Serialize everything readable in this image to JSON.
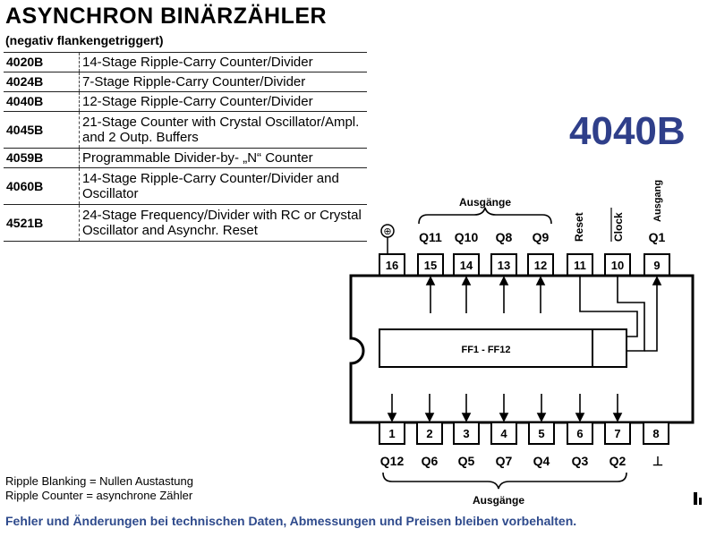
{
  "title": "ASYNCHRON BINÄRZÄHLER",
  "subtitle": "(negativ flankengetriggert)",
  "chips": [
    {
      "code": "4020B",
      "desc": "14-Stage Ripple-Carry Counter/Divider"
    },
    {
      "code": "4024B",
      "desc": "7-Stage Ripple-Carry Counter/Divider"
    },
    {
      "code": "4040B",
      "desc": "12-Stage Ripple-Carry Counter/Divider"
    },
    {
      "code": "4045B",
      "desc": "21-Stage Counter with Crystal Oscillator/Ampl. and 2 Outp. Buffers"
    },
    {
      "code": "4059B",
      "desc": "Programmable Divider-by- „N“ Counter"
    },
    {
      "code": "4060B",
      "desc": "14-Stage Ripple-Carry Counter/Divider and Oscillator"
    },
    {
      "code": "4521B",
      "desc": "24-Stage Frequency/Divider with RC or Crystal Oscillator and Asynchr. Reset"
    }
  ],
  "diagram": {
    "chip_name": "4040B",
    "top_group_label": "Ausgänge",
    "bottom_group_label": "Ausgänge",
    "internal_label": "FF1 - FF12",
    "top_pins": [
      {
        "num": "16",
        "label": "⊕"
      },
      {
        "num": "15",
        "label": "Q11"
      },
      {
        "num": "14",
        "label": "Q10"
      },
      {
        "num": "13",
        "label": "Q8"
      },
      {
        "num": "12",
        "label": "Q9"
      },
      {
        "num": "11",
        "label": "Reset"
      },
      {
        "num": "10",
        "label": "Clock"
      },
      {
        "num": "9",
        "label": "Q1"
      }
    ],
    "top_pin9_extra": "Ausgang",
    "bottom_pins": [
      {
        "num": "1",
        "label": "Q12"
      },
      {
        "num": "2",
        "label": "Q6"
      },
      {
        "num": "3",
        "label": "Q5"
      },
      {
        "num": "4",
        "label": "Q7"
      },
      {
        "num": "5",
        "label": "Q4"
      },
      {
        "num": "6",
        "label": "Q3"
      },
      {
        "num": "7",
        "label": "Q2"
      },
      {
        "num": "8",
        "label": "⊥"
      }
    ]
  },
  "notes": [
    "Ripple Blanking = Nullen Austastung",
    "Ripple Counter = asynchrone Zähler"
  ],
  "footer": "Fehler und Änderungen bei technischen Daten, Abmessungen und Preisen bleiben vorbehalten."
}
